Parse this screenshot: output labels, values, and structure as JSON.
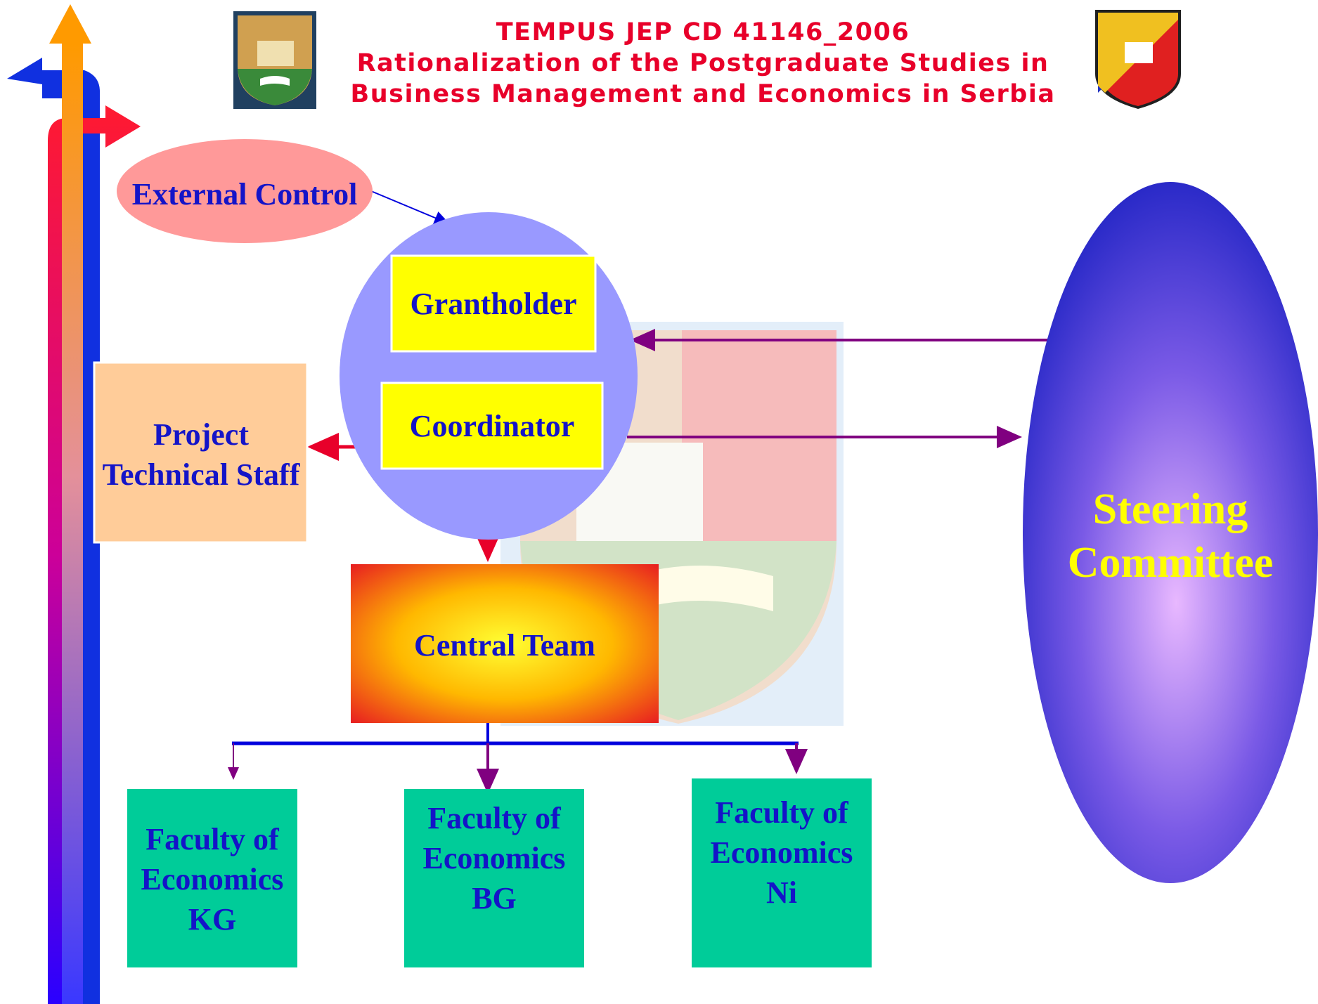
{
  "header": {
    "line1": "TEMPUS JEP CD 41146_2006",
    "line2": "Rationalization of the Postgraduate Studies in",
    "line3": "Business Management and Economics in  Serbia"
  },
  "logos": {
    "left": "university-crest-icon",
    "right": "faculty-shield-icon"
  },
  "nodes": {
    "external_control": "External Control",
    "grantholder": "Grantholder",
    "coordinator": "Coordinator",
    "project_staff": [
      "Project",
      "Technical Staff"
    ],
    "central_team": "Central Team",
    "steering_committee": [
      "Steering",
      "Committee"
    ],
    "faculty_kg": [
      "Faculty of",
      "Economics",
      "KG"
    ],
    "faculty_bg": [
      "Faculty of",
      "Economics",
      "BG"
    ],
    "faculty_ni": [
      "Faculty of",
      "Economics",
      "Ni"
    ]
  },
  "colors": {
    "title": "#e8002a",
    "node_text_blue": "#1414c8",
    "steering_text": "#ffff00",
    "grantholder_fill": "#ffff00",
    "faculty_fill": "#00cc99",
    "staff_fill": "#ffcc99",
    "external_fill": "#ff9999",
    "arrow_red": "#e8002a",
    "arrow_purple": "#800080",
    "arrow_blue": "#0000dd"
  }
}
